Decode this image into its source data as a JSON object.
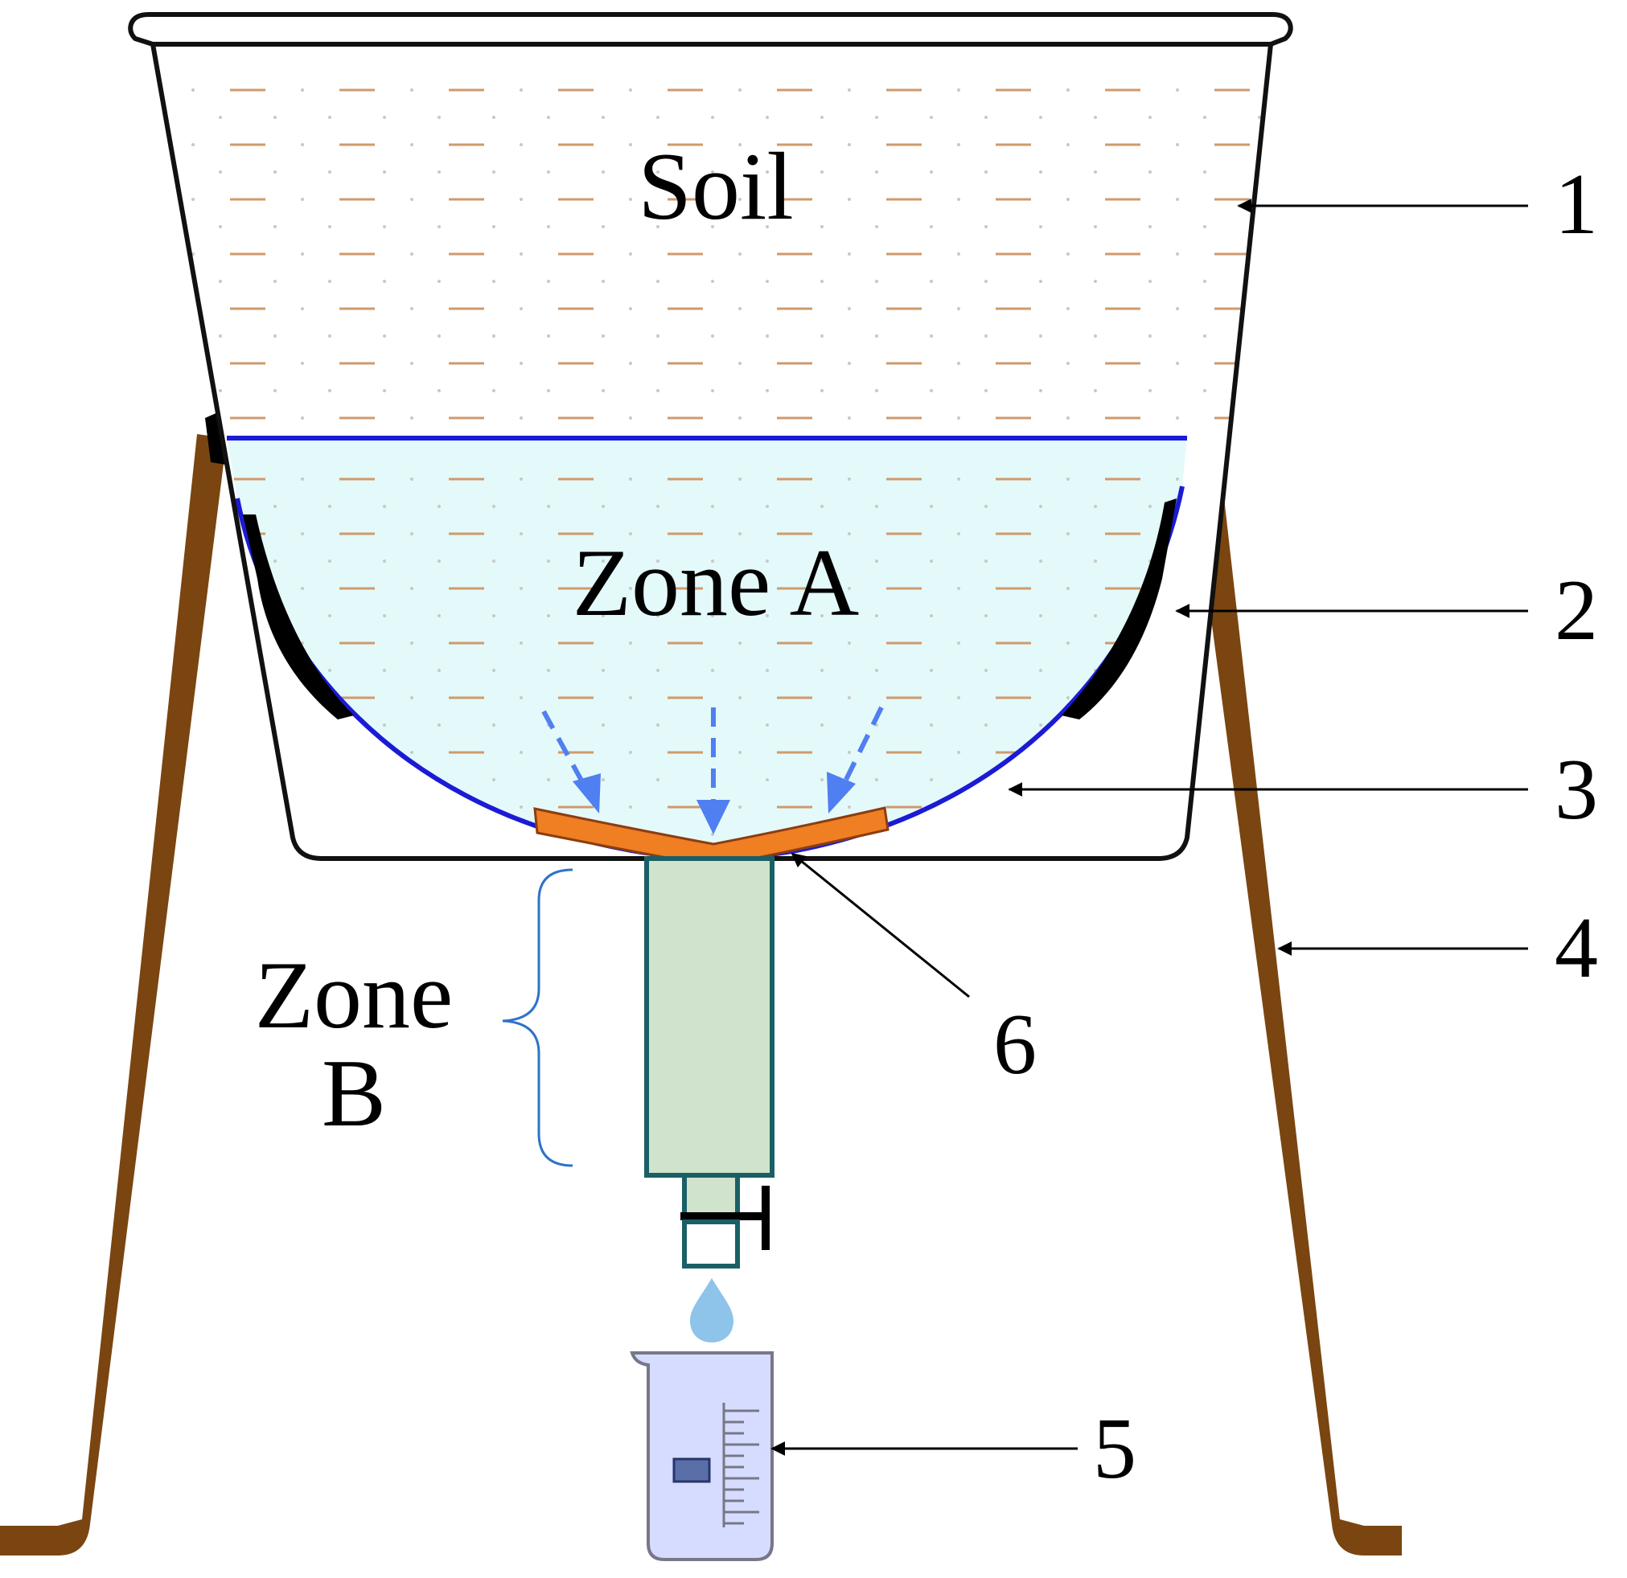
{
  "labels": {
    "soil": "Soil",
    "zone_a": "Zone A",
    "zone_b_line1": "Zone",
    "zone_b_line2": "B"
  },
  "callouts": [
    "1",
    "2",
    "3",
    "4",
    "5",
    "6"
  ],
  "colors": {
    "pot_outline": "#111111",
    "water_fill": "#e2f8fa",
    "water_line": "#1b1bd6",
    "soil_dash": "#cf9a6c",
    "soil_dot": "#c8c8c8",
    "stand": "#7a4510",
    "filter": "#f07e22",
    "filter_edge": "#8b3d10",
    "drain_arrow": "#4f7ff0",
    "tube_fill": "#d0e3cd",
    "tube_edge": "#1a5f66",
    "brace": "#2e73c8",
    "beaker_fill": "#d6dcff",
    "beaker_edge": "#777788",
    "droplet": "#8ec3ea"
  }
}
